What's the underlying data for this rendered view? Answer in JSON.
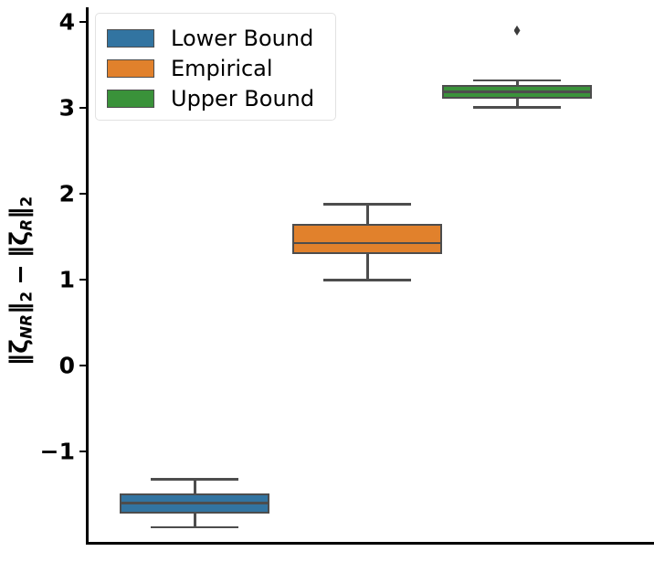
{
  "chart_data": {
    "type": "box",
    "title": "",
    "xlabel": "",
    "ylabel": "||ζ_NR||_2 − ||ζ_R||_2",
    "ylim": [
      -2.15,
      4.3
    ],
    "yticks": [
      4,
      3,
      2,
      1,
      0,
      -1
    ],
    "ytick_labels": [
      "4",
      "3",
      "2",
      "1",
      "0",
      "−1"
    ],
    "grid": false,
    "legend_position": "upper left",
    "categories": [
      "Lower Bound",
      "Empirical",
      "Upper Bound"
    ],
    "series": [
      {
        "name": "Lower Bound",
        "color": "#3274a1",
        "whisker_low": -1.88,
        "q1": -1.72,
        "median": -1.6,
        "q3": -1.49,
        "whisker_high": -1.32,
        "fliers": []
      },
      {
        "name": "Empirical",
        "color": "#e1812c",
        "whisker_low": 1.0,
        "q1": 1.3,
        "median": 1.43,
        "q3": 1.65,
        "whisker_high": 1.88,
        "fliers": []
      },
      {
        "name": "Upper Bound",
        "color": "#3a923a",
        "whisker_low": 3.01,
        "q1": 3.11,
        "median": 3.19,
        "q3": 3.27,
        "whisker_high": 3.32,
        "fliers": [
          3.9
        ]
      }
    ]
  },
  "legend": {
    "items": [
      {
        "label": "Lower Bound",
        "color": "#3274a1"
      },
      {
        "label": "Empirical",
        "color": "#e1812c"
      },
      {
        "label": "Upper Bound",
        "color": "#3a923a"
      }
    ]
  },
  "axis": {
    "ytick_labels": [
      "4",
      "3",
      "2",
      "1",
      "0",
      "−1"
    ],
    "ylabel_parts": {
      "nr": "NR",
      "r": "R",
      "two": "2",
      "minus": "−"
    }
  }
}
